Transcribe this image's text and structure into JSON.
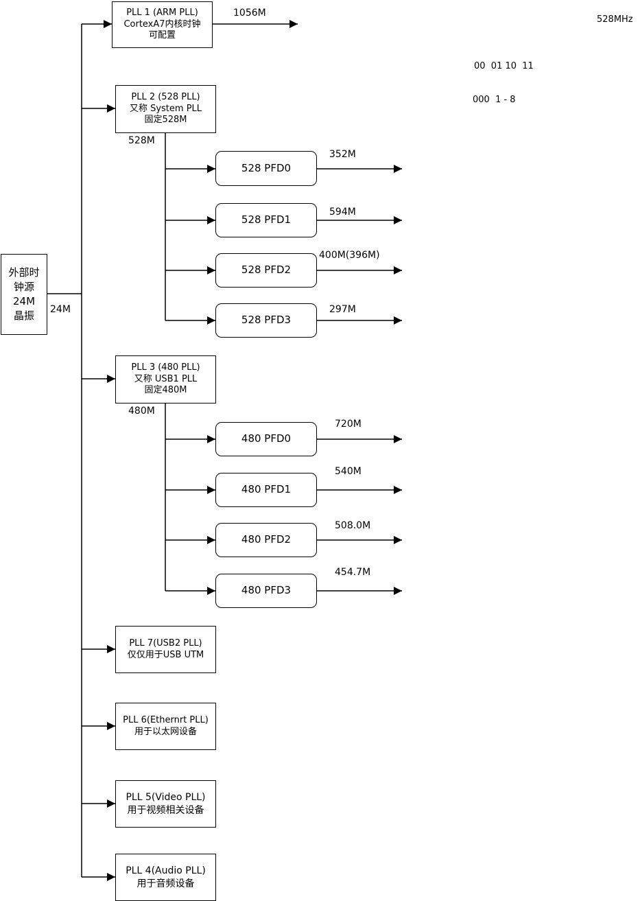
{
  "source": {
    "lines": [
      "外部时",
      "钟源",
      "24M",
      "晶振"
    ],
    "out_label": "24M"
  },
  "plls": {
    "pll1": {
      "lines": [
        "PLL 1  (ARM PLL)",
        "CortexA7内核时钟",
        "可配置"
      ],
      "out_label": "1056M"
    },
    "pll2": {
      "lines": [
        "PLL 2  (528 PLL)",
        "又称  System PLL",
        "固定528M"
      ],
      "out_label": "528M",
      "pfds": [
        {
          "label": "528 PFD0",
          "freq": "352M"
        },
        {
          "label": "528 PFD1",
          "freq": "594M"
        },
        {
          "label": "528 PFD2",
          "freq": "400M(396M)"
        },
        {
          "label": "528 PFD3",
          "freq": "297M"
        }
      ]
    },
    "pll3": {
      "lines": [
        "PLL 3  (480 PLL)",
        "又称  USB1 PLL",
        "固定480M"
      ],
      "out_label": "480M",
      "pfds": [
        {
          "label": "480 PFD0",
          "freq": "720M"
        },
        {
          "label": "480 PFD1",
          "freq": "540M"
        },
        {
          "label": "480 PFD2",
          "freq": "508.0M"
        },
        {
          "label": "480 PFD3",
          "freq": "454.7M"
        }
      ]
    },
    "pll7": {
      "lines": [
        "PLL 7(USB2 PLL)",
        "仅仅用于USB UTM"
      ]
    },
    "pll6": {
      "lines": [
        "PLL 6(Ethernrt PLL)",
        "用于以太网设备"
      ]
    },
    "pll5": {
      "lines": [
        "PLL 5(Video PLL)",
        "用于视频相关设备"
      ]
    },
    "pll4": {
      "lines": [
        "PLL 4(Audio PLL)",
        "用于音频设备"
      ]
    }
  },
  "notes": {
    "freq": "528MHz",
    "bits2": "00  01 10  11",
    "bits3": "000  1 - 8"
  }
}
